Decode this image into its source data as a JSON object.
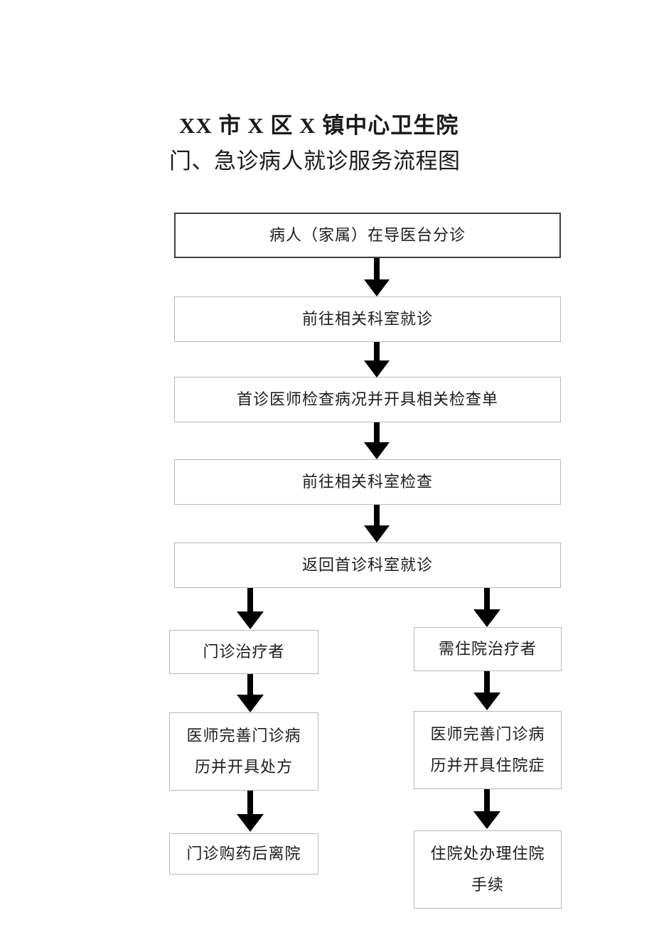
{
  "document": {
    "title_lines": [
      "XX 市 X 区 X 镇中心卫生院",
      "门、急诊病人就诊服务流程图"
    ]
  },
  "flowchart": {
    "type": "flowchart",
    "orientation": "top-to-bottom",
    "colors": {
      "box_border_default": "#b9b9b9",
      "box_border_emphasis": "#3f3f3f",
      "box_fill": "#ffffff",
      "arrow": "#000000",
      "text": "#1c1c1c"
    },
    "nodes": [
      {
        "id": "n1",
        "label": "病人（家属）在导医台分诊",
        "lines": [
          "病人（家属）在导医台分诊"
        ],
        "emphasis": true,
        "column": "main"
      },
      {
        "id": "n2",
        "label": "前往相关科室就诊",
        "lines": [
          "前往相关科室就诊"
        ],
        "emphasis": false,
        "column": "main"
      },
      {
        "id": "n3",
        "label": "首诊医师检查病况并开具相关检查单",
        "lines": [
          "首诊医师检查病况并开具相关检查单"
        ],
        "emphasis": false,
        "column": "main"
      },
      {
        "id": "n4",
        "label": "前往相关科室检查",
        "lines": [
          "前往相关科室检查"
        ],
        "emphasis": false,
        "column": "main"
      },
      {
        "id": "n5",
        "label": "返回首诊科室就诊",
        "lines": [
          "返回首诊科室就诊"
        ],
        "emphasis": false,
        "column": "main"
      },
      {
        "id": "n6",
        "label": "门诊治疗者",
        "lines": [
          "门诊治疗者"
        ],
        "emphasis": false,
        "column": "left"
      },
      {
        "id": "n7",
        "label": "医师完善门诊病历并开具处方",
        "lines": [
          "医师完善门诊病",
          "历并开具处方"
        ],
        "emphasis": false,
        "column": "left"
      },
      {
        "id": "n8",
        "label": "门诊购药后离院",
        "lines": [
          "门诊购药后离院"
        ],
        "emphasis": false,
        "column": "left"
      },
      {
        "id": "n9",
        "label": "需住院治疗者",
        "lines": [
          "需住院治疗者"
        ],
        "emphasis": false,
        "column": "right"
      },
      {
        "id": "n10",
        "label": "医师完善门诊病历并开具住院症",
        "lines": [
          "医师完善门诊病",
          "历并开具住院症"
        ],
        "emphasis": false,
        "column": "right"
      },
      {
        "id": "n11",
        "label": "住院处办理住院手续",
        "lines": [
          "住院处办理住院",
          "手续"
        ],
        "emphasis": false,
        "column": "right"
      }
    ],
    "edges": [
      {
        "from": "n1",
        "to": "n2"
      },
      {
        "from": "n2",
        "to": "n3"
      },
      {
        "from": "n3",
        "to": "n4"
      },
      {
        "from": "n4",
        "to": "n5"
      },
      {
        "from": "n5",
        "to": "n6"
      },
      {
        "from": "n5",
        "to": "n9"
      },
      {
        "from": "n6",
        "to": "n7"
      },
      {
        "from": "n7",
        "to": "n8"
      },
      {
        "from": "n9",
        "to": "n10"
      },
      {
        "from": "n10",
        "to": "n11"
      }
    ]
  }
}
